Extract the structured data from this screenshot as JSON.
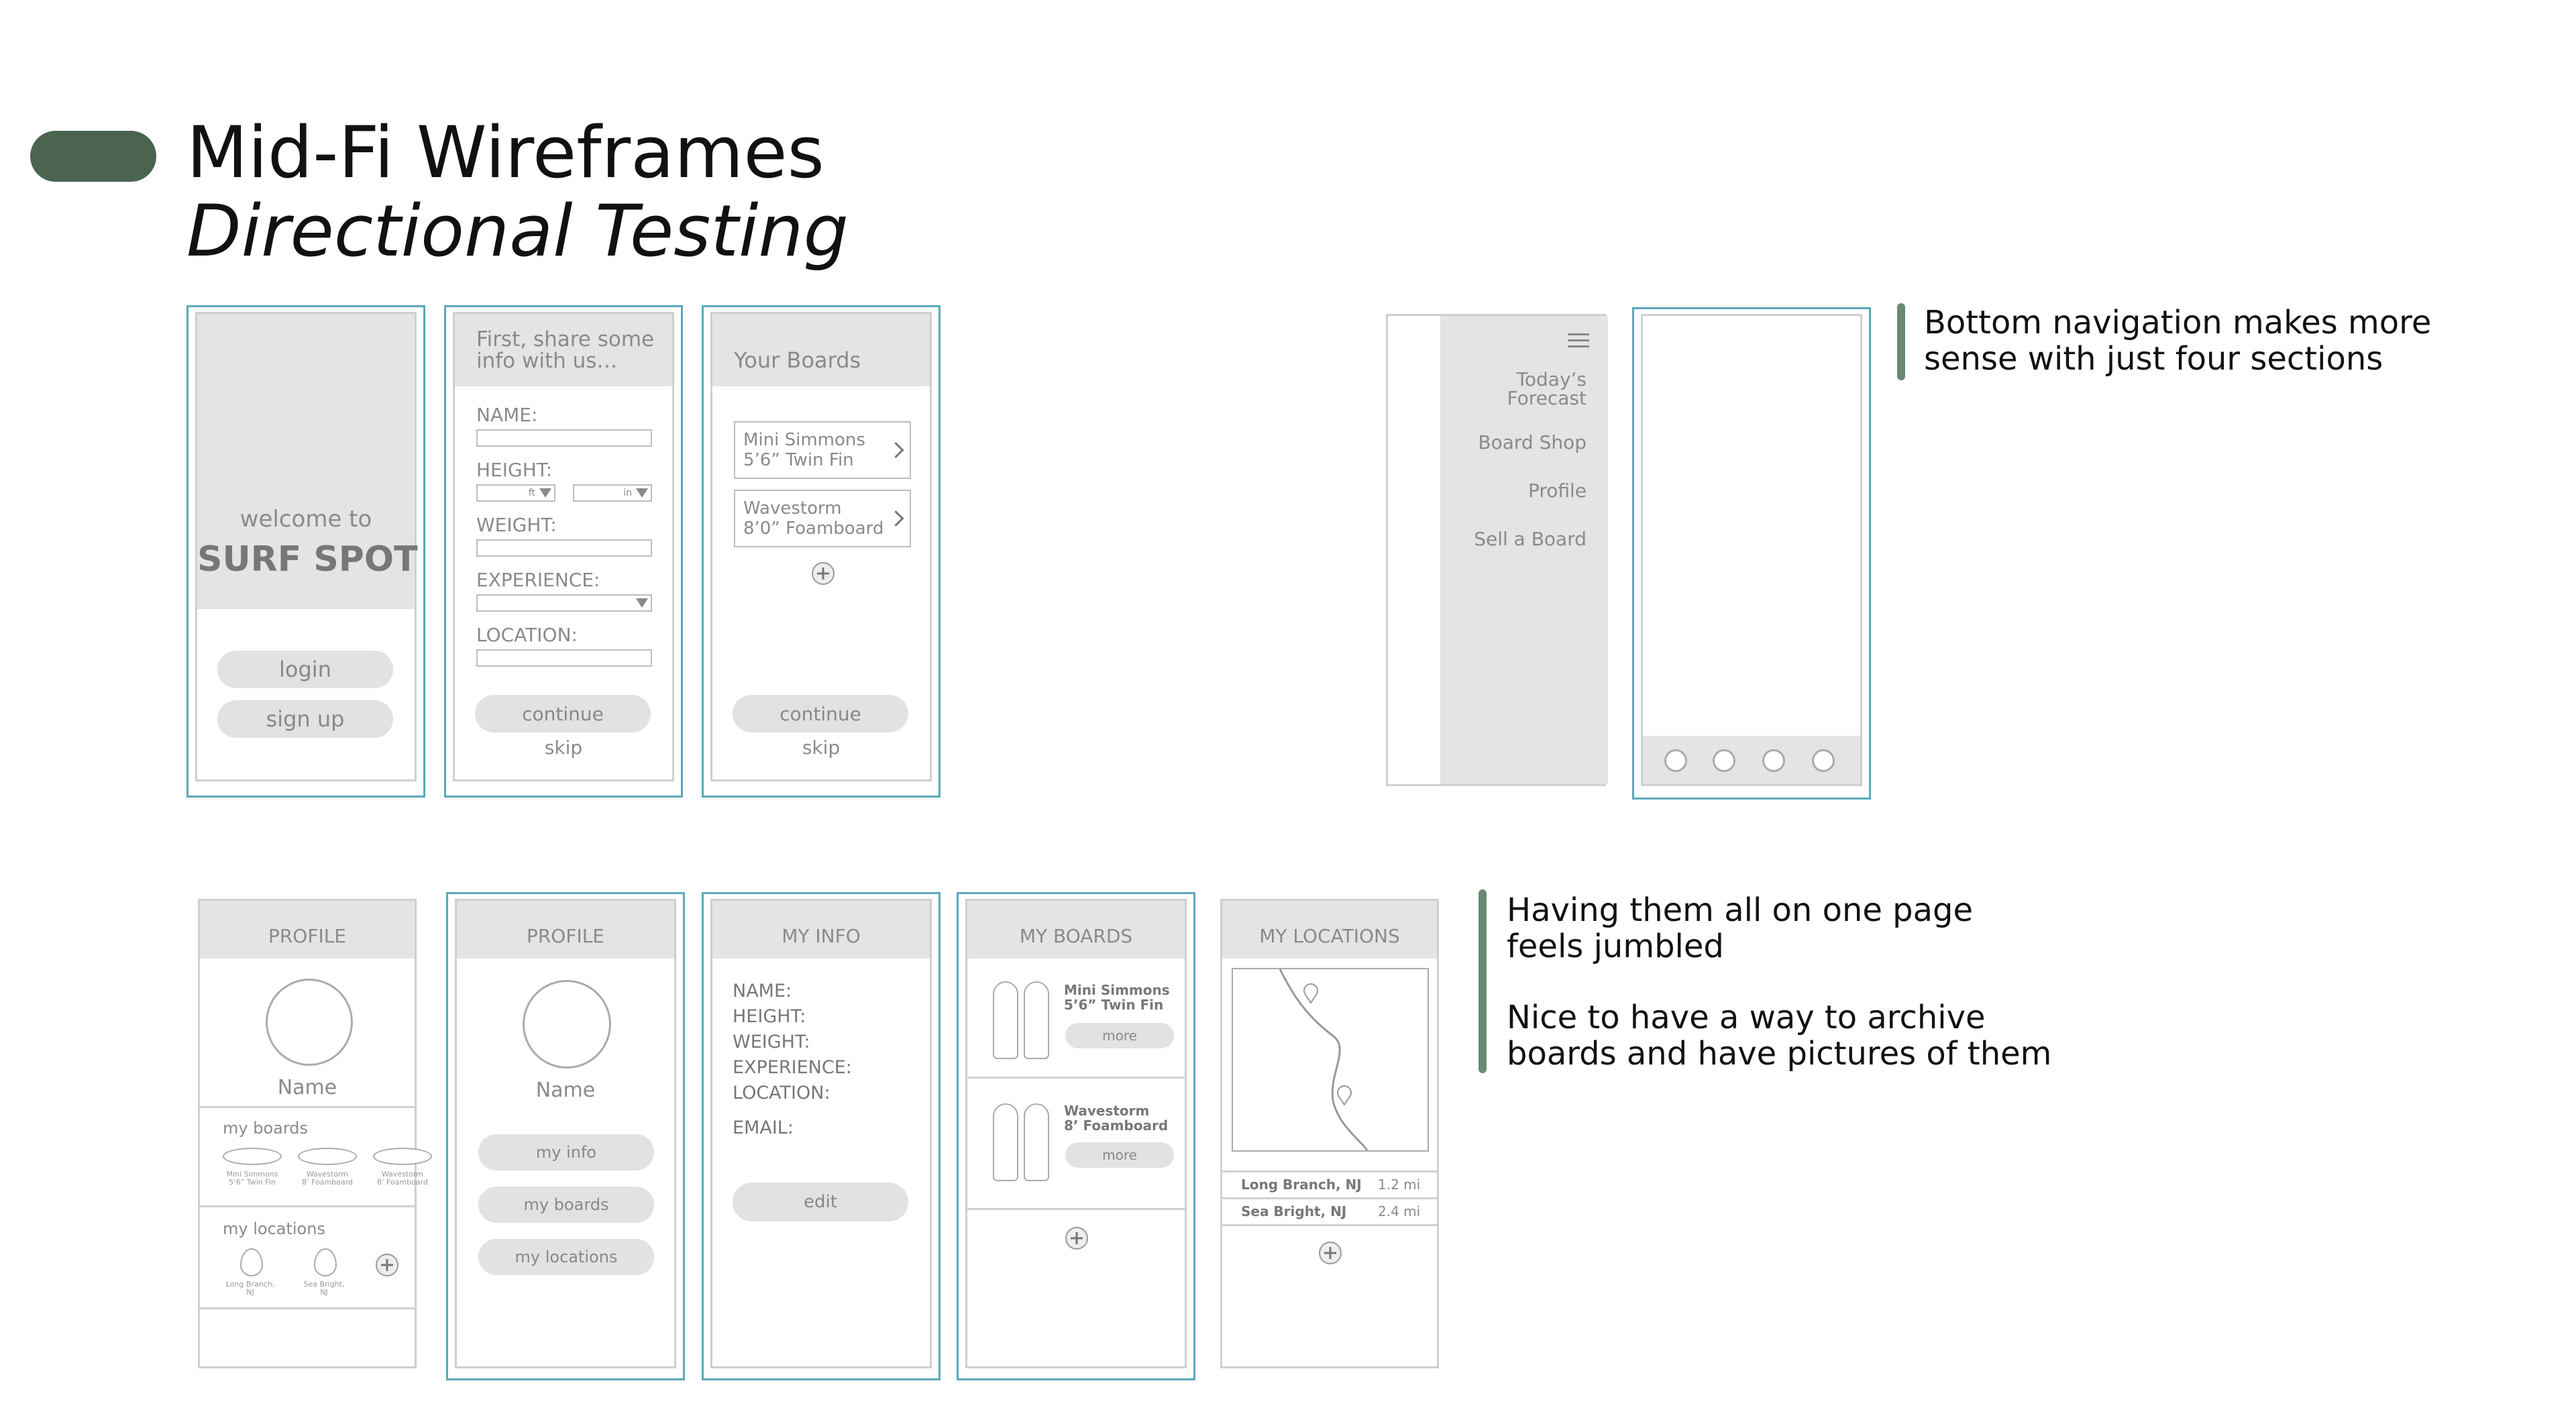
{
  "header": {
    "title": "Mid-Fi Wireframes",
    "subtitle": "Directional Testing"
  },
  "welcome": {
    "line1": "welcome to",
    "brand": "SURF SPOT",
    "login": "login",
    "signup": "sign up"
  },
  "share_info": {
    "heading": "First, share some info with us…",
    "name": "NAME:",
    "height": "HEIGHT:",
    "ft": "ft",
    "in": "in",
    "weight": "WEIGHT:",
    "experience": "EXPERIENCE:",
    "location": "LOCATION:",
    "continue": "continue",
    "skip": "skip"
  },
  "your_boards": {
    "heading": "Your Boards",
    "boards": [
      {
        "l1": "Mini Simmons",
        "l2": "5’6” Twin Fin"
      },
      {
        "l1": "Wavestorm",
        "l2": "8’0” Foamboard"
      }
    ],
    "continue": "continue",
    "skip": "skip"
  },
  "menu": {
    "items": [
      "Today’s",
      "Forecast",
      "Board Shop",
      "Profile",
      "Sell a Board"
    ]
  },
  "notes": {
    "top": [
      "Bottom navigation makes more",
      "sense with just four sections"
    ],
    "bottom": [
      "Having them all on one page",
      "feels jumbled",
      "Nice to have a way to archive",
      "boards and have pictures of them"
    ]
  },
  "profile1": {
    "heading": "PROFILE",
    "name": "Name",
    "my_boards": "my boards",
    "boards": [
      {
        "l1": "Mini Simmons",
        "l2": "5’6” Twin Fin"
      },
      {
        "l1": "Wavestorm",
        "l2": "8’ Foamboard"
      },
      {
        "l1": "Wavestorm",
        "l2": "8’ Foamboard"
      }
    ],
    "my_locations": "my locations",
    "locations": [
      {
        "l1": "Long Branch,",
        "l2": "NJ"
      },
      {
        "l1": "Sea Bright,",
        "l2": "NJ"
      }
    ]
  },
  "profile2": {
    "heading": "PROFILE",
    "name": "Name",
    "btn1": "my info",
    "btn2": "my boards",
    "btn3": "my locations"
  },
  "myinfo": {
    "heading": "MY INFO",
    "fields": [
      "NAME:",
      "HEIGHT:",
      "WEIGHT:",
      "EXPERIENCE:",
      "LOCATION:"
    ],
    "email": "EMAIL:",
    "edit": "edit"
  },
  "myboards": {
    "heading": "MY BOARDS",
    "boards": [
      {
        "l1": "Mini Simmons",
        "l2": "5’6” Twin Fin"
      },
      {
        "l1": "Wavestorm",
        "l2": "8’ Foamboard"
      }
    ],
    "more": "more"
  },
  "mylocations": {
    "heading": "MY LOCATIONS",
    "rows": [
      {
        "name": "Long Branch, NJ",
        "dist": "1.2 mi"
      },
      {
        "name": "Sea Bright, NJ",
        "dist": "2.4 mi"
      }
    ]
  }
}
